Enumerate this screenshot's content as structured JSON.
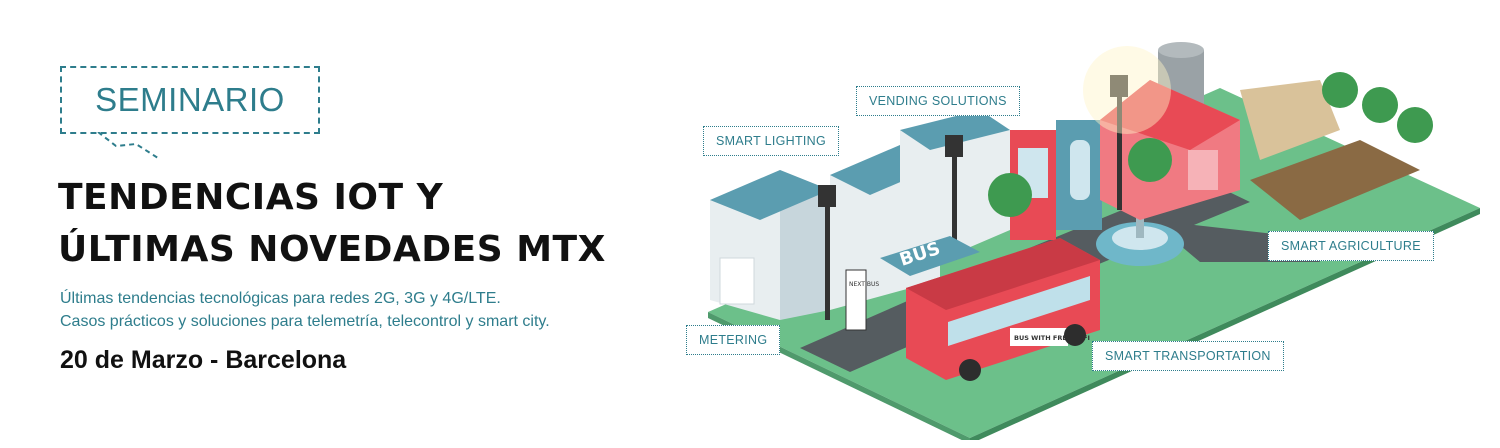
{
  "badge": {
    "label": "SEMINARIO"
  },
  "title": {
    "line1": "TENDENCIAS IOT Y",
    "line2": "ÚLTIMAS NOVEDADES MTX"
  },
  "subtitle": {
    "line1": "Últimas tendencias tecnológicas para redes 2G, 3G y 4G/LTE.",
    "line2": "Casos prácticos y soluciones para telemetría, telecontrol y smart city."
  },
  "event": {
    "date_place": "20 de Marzo - Barcelona"
  },
  "illustration": {
    "callouts": {
      "vending": "VENDING SOLUTIONS",
      "lighting": "SMART LIGHTING",
      "agriculture": "SMART AGRICULTURE",
      "metering": "METERING",
      "transportation": "SMART TRANSPORTATION"
    },
    "bus_stop_sign": "BUS",
    "bus_wifi_sign": "BUS WITH FREE WIFI",
    "next_bus_sign": "NEXT BUS"
  },
  "colors": {
    "accent": "#2e7d8c",
    "grass": "#6cc08a",
    "road": "#555c60",
    "bus": "#e84a55",
    "building_wall": "#e8eef0",
    "building_roof": "#5b9db0",
    "barn": "#f07a82"
  }
}
